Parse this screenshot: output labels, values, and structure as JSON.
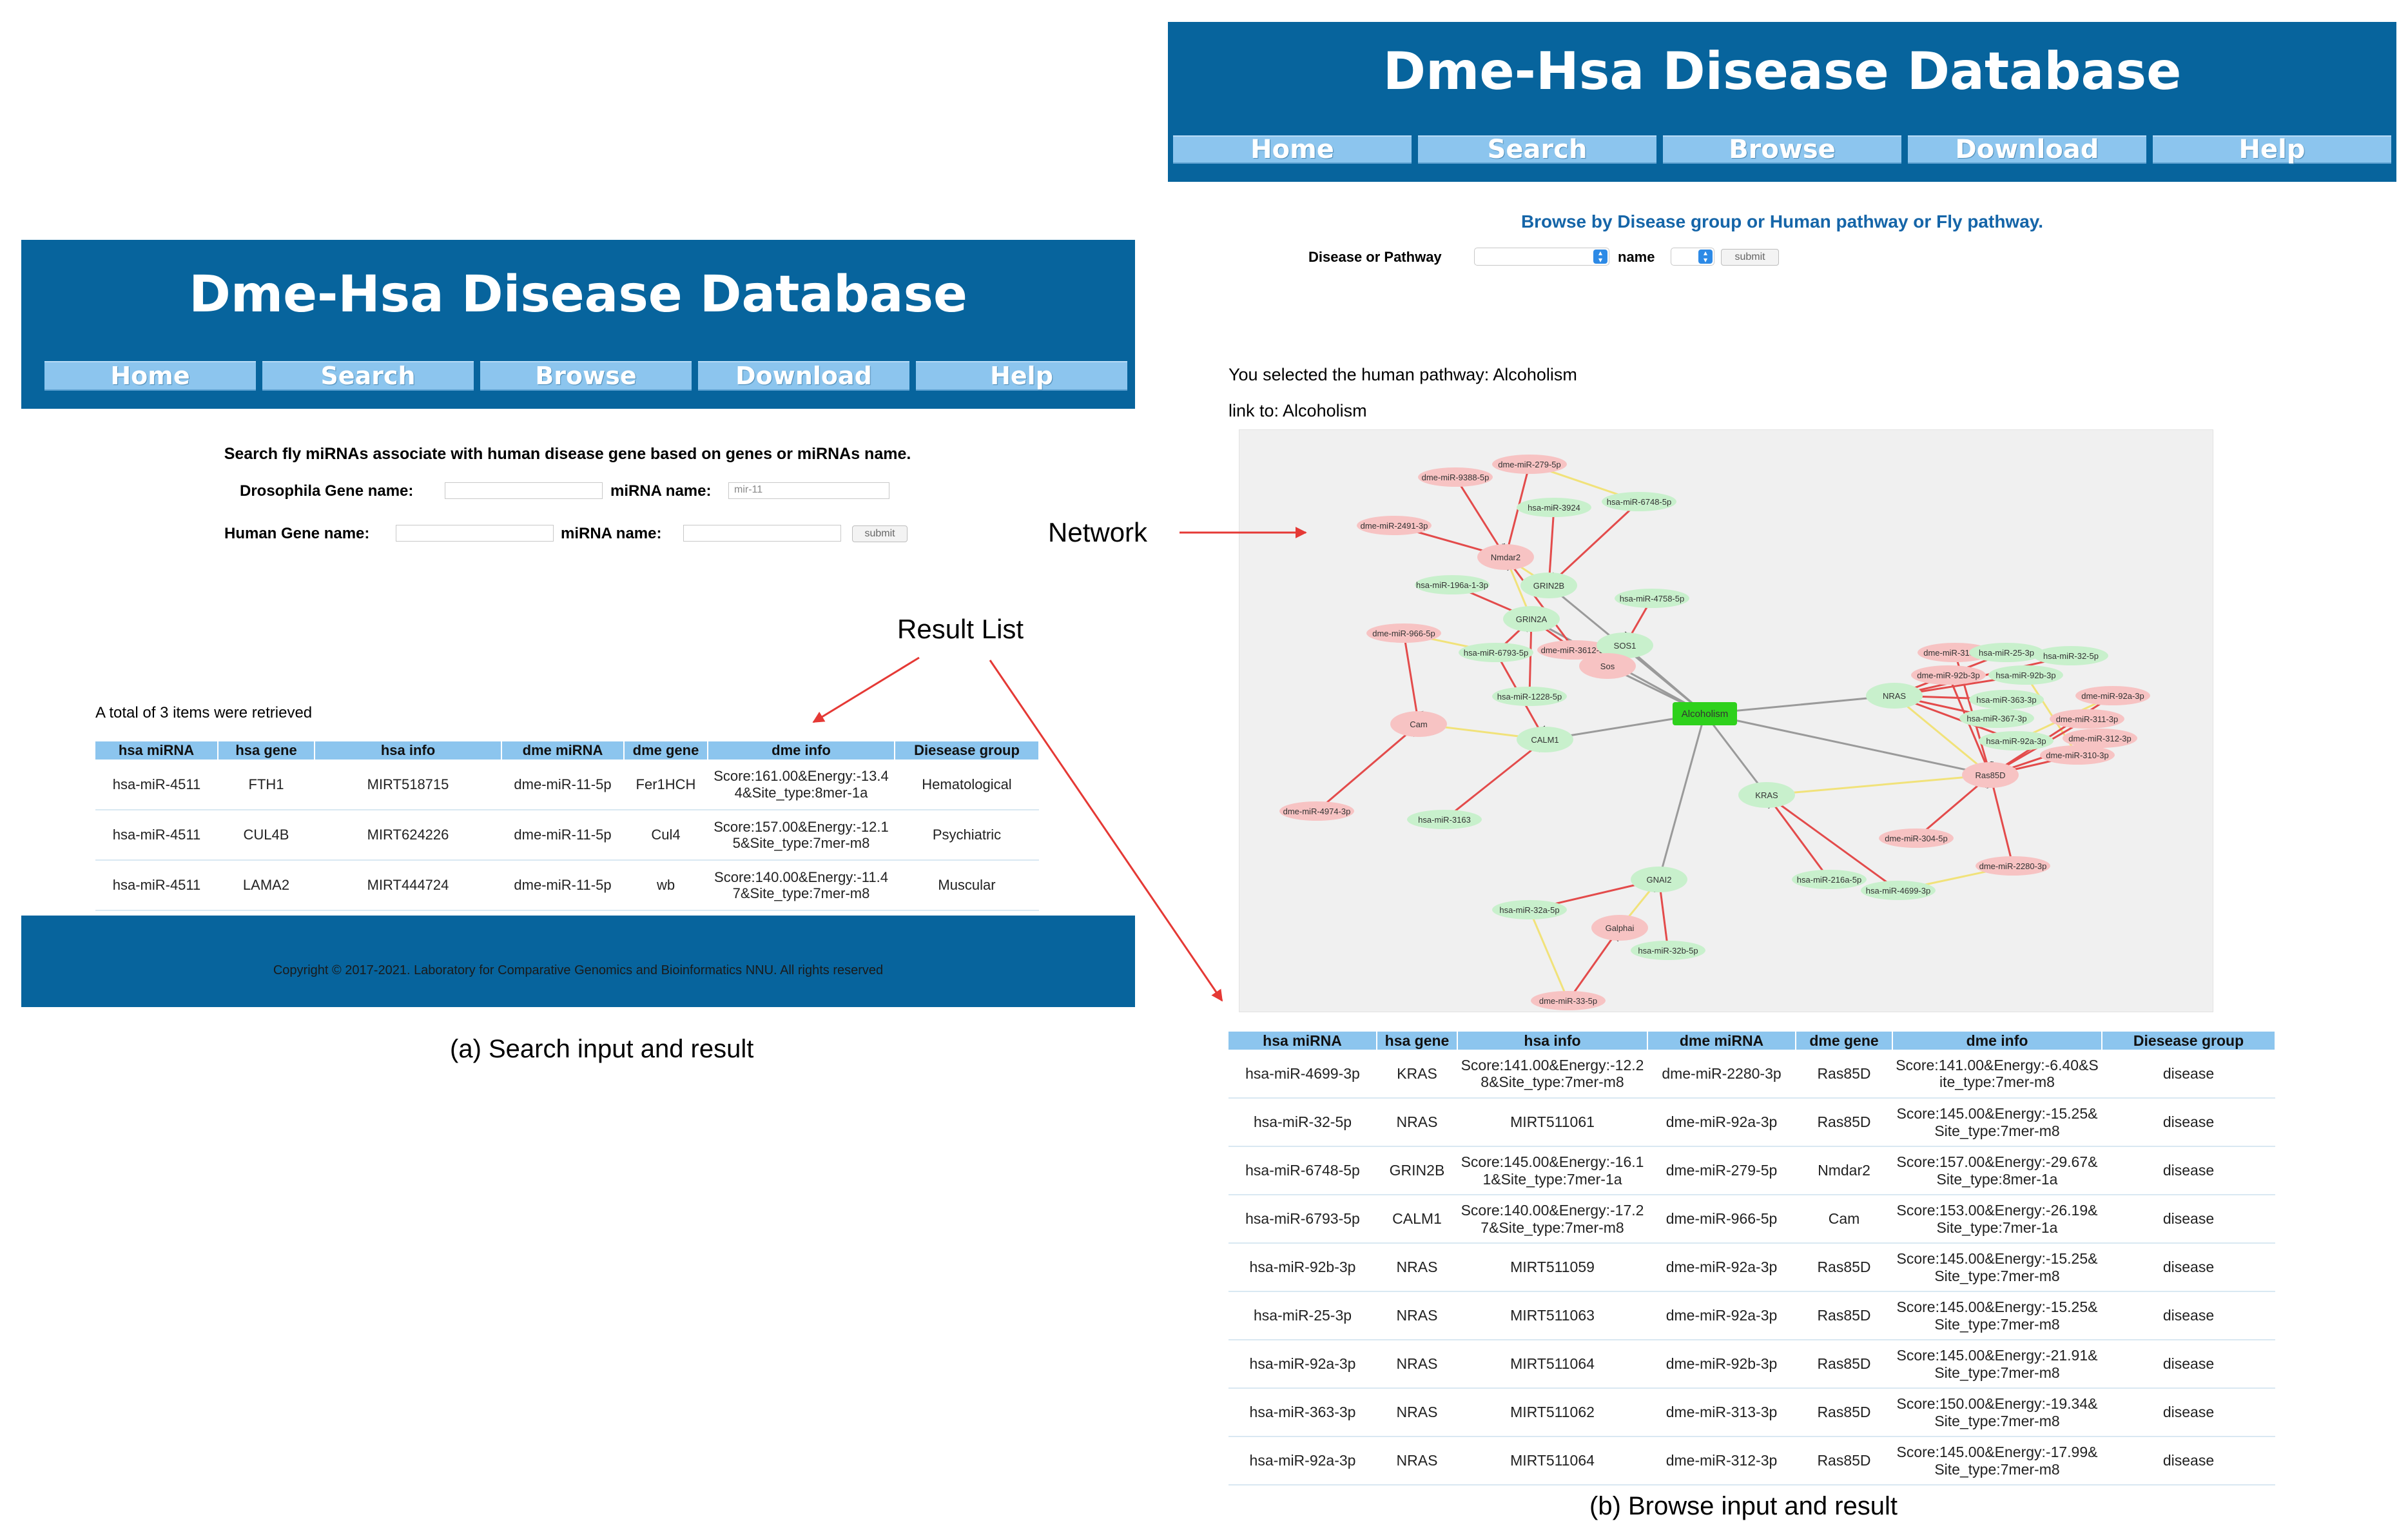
{
  "site_title": "Dme-Hsa Disease Database",
  "nav": [
    "Home",
    "Search",
    "Browse",
    "Download",
    "Help"
  ],
  "footer_text": "Copyright © 2017-2021. Laboratory for Comparative Genomics and Bioinformatics NNU. All rights reserved",
  "search_panel": {
    "instruction": "Search fly miRNAs associate with human disease gene based on genes or miRNAs name.",
    "drosophila_gene_label": "Drosophila Gene name:",
    "drosophila_mirna_label": "miRNA name:",
    "drosophila_mirna_value": "mir-11",
    "human_gene_label": "Human Gene name:",
    "human_mirna_label": "miRNA name:",
    "submit_label": "submit",
    "result_count": "A total of 3 items were retrieved",
    "columns": [
      "hsa miRNA",
      "hsa gene",
      "hsa info",
      "dme miRNA",
      "dme gene",
      "dme info",
      "Diesease group"
    ],
    "rows": [
      [
        "hsa-miR-4511",
        "FTH1",
        "MIRT518715",
        "dme-miR-11-5p",
        "Fer1HCH",
        "Score:161.00&Energy:-13.44&Site_type:8mer-1a",
        "Hematological"
      ],
      [
        "hsa-miR-4511",
        "CUL4B",
        "MIRT624226",
        "dme-miR-11-5p",
        "Cul4",
        "Score:157.00&Energy:-12.15&Site_type:7mer-m8",
        "Psychiatric"
      ],
      [
        "hsa-miR-4511",
        "LAMA2",
        "MIRT444724",
        "dme-miR-11-5p",
        "wb",
        "Score:140.00&Energy:-11.47&Site_type:7mer-m8",
        "Muscular"
      ]
    ],
    "caption": "(a) Search input and result"
  },
  "browse_panel": {
    "instruction": "Browse by Disease group or Human pathway or Fly pathway.",
    "disease_pathway_label": "Disease or Pathway",
    "name_label": "name",
    "submit_label": "submit",
    "selected_text": "You selected the human pathway: Alcoholism",
    "link_text": "link to: Alcoholism",
    "columns": [
      "hsa miRNA",
      "hsa gene",
      "hsa info",
      "dme miRNA",
      "dme gene",
      "dme info",
      "Diesease group"
    ],
    "rows": [
      [
        "hsa-miR-4699-3p",
        "KRAS",
        "Score:141.00&Energy:-12.28&Site_type:7mer-m8",
        "dme-miR-2280-3p",
        "Ras85D",
        "Score:141.00&Energy:-6.40&Site_type:7mer-m8",
        "disease"
      ],
      [
        "hsa-miR-32-5p",
        "NRAS",
        "MIRT511061",
        "dme-miR-92a-3p",
        "Ras85D",
        "Score:145.00&Energy:-15.25&Site_type:7mer-m8",
        "disease"
      ],
      [
        "hsa-miR-6748-5p",
        "GRIN2B",
        "Score:145.00&Energy:-16.11&Site_type:7mer-1a",
        "dme-miR-279-5p",
        "Nmdar2",
        "Score:157.00&Energy:-29.67&Site_type:8mer-1a",
        "disease"
      ],
      [
        "hsa-miR-6793-5p",
        "CALM1",
        "Score:140.00&Energy:-17.27&Site_type:7mer-m8",
        "dme-miR-966-5p",
        "Cam",
        "Score:153.00&Energy:-26.19&Site_type:7mer-1a",
        "disease"
      ],
      [
        "hsa-miR-92b-3p",
        "NRAS",
        "MIRT511059",
        "dme-miR-92a-3p",
        "Ras85D",
        "Score:145.00&Energy:-15.25&Site_type:7mer-m8",
        "disease"
      ],
      [
        "hsa-miR-25-3p",
        "NRAS",
        "MIRT511063",
        "dme-miR-92a-3p",
        "Ras85D",
        "Score:145.00&Energy:-15.25&Site_type:7mer-m8",
        "disease"
      ],
      [
        "hsa-miR-92a-3p",
        "NRAS",
        "MIRT511064",
        "dme-miR-92b-3p",
        "Ras85D",
        "Score:145.00&Energy:-21.91&Site_type:7mer-m8",
        "disease"
      ],
      [
        "hsa-miR-363-3p",
        "NRAS",
        "MIRT511062",
        "dme-miR-313-3p",
        "Ras85D",
        "Score:150.00&Energy:-19.34&Site_type:7mer-m8",
        "disease"
      ],
      [
        "hsa-miR-92a-3p",
        "NRAS",
        "MIRT511064",
        "dme-miR-312-3p",
        "Ras85D",
        "Score:145.00&Energy:-17.99&Site_type:7mer-m8",
        "disease"
      ]
    ],
    "caption": "(b) Browse input and result"
  },
  "annotations": {
    "network": "Network",
    "result_list": "Result List"
  },
  "network": {
    "center": "Alcoholism",
    "gene_nodes": [
      "Nmdar2",
      "GRIN2B",
      "GRIN2A",
      "SOS1",
      "Sos",
      "Cam",
      "CALM1",
      "NRAS",
      "Ras85D",
      "KRAS",
      "GNAI2",
      "Galphai"
    ],
    "mirna_nodes": [
      "dme-miR-279-5p",
      "dme-miR-9388-5p",
      "hsa-miR-3924",
      "hsa-miR-6748-5p",
      "dme-miR-2491-3p",
      "hsa-miR-196a-1-3p",
      "hsa-miR-4758-5p",
      "dme-miR-966-5p",
      "hsa-miR-6793-5p",
      "dme-miR-3612-5p",
      "hsa-miR-1228-5p",
      "dme-miR-4974-3p",
      "hsa-miR-3163",
      "dme-miR-313-3p",
      "hsa-miR-25-3p",
      "hsa-miR-32-5p",
      "dme-miR-92b-3p",
      "hsa-miR-92b-3p",
      "dme-miR-92a-3p",
      "hsa-miR-363-3p",
      "hsa-miR-367-3p",
      "dme-miR-311-3p",
      "dme-miR-312-3p",
      "hsa-miR-92a-3p",
      "dme-miR-310-3p",
      "dme-miR-304-5p",
      "dme-miR-2280-3p",
      "hsa-miR-216a-5p",
      "hsa-miR-4699-3p",
      "hsa-miR-32a-5p",
      "hsa-miR-32b-5p",
      "dme-miR-33-5p"
    ],
    "colors": {
      "human_gene": "#c8f0cc",
      "fly_gene": "#f7c3c3",
      "center": "#2ed11c",
      "edge_gray": "#9a9a9a",
      "edge_red": "#e34b4b",
      "edge_yellow": "#f1e27a"
    }
  }
}
